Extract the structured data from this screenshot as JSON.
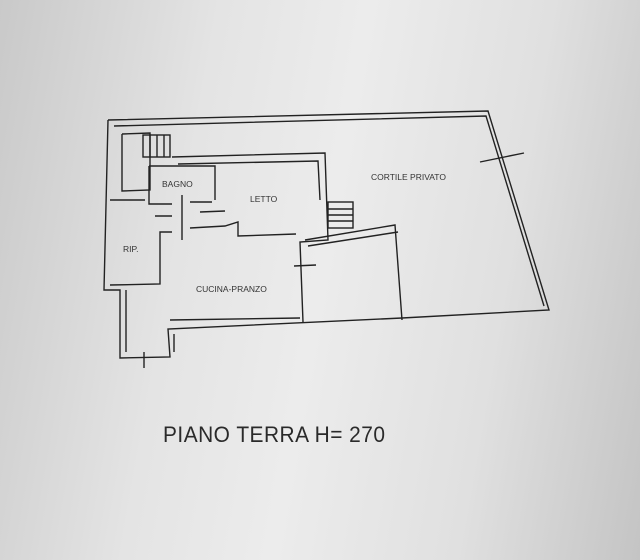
{
  "plan": {
    "rooms": {
      "bagno": "BAGNO",
      "letto": "LETTO",
      "cortile": "CORTILE PRIVATO",
      "ripostiglio": "RIP.",
      "cucina": "CUCINA-PRANZO"
    },
    "title": "PIANO TERRA H= 270"
  }
}
